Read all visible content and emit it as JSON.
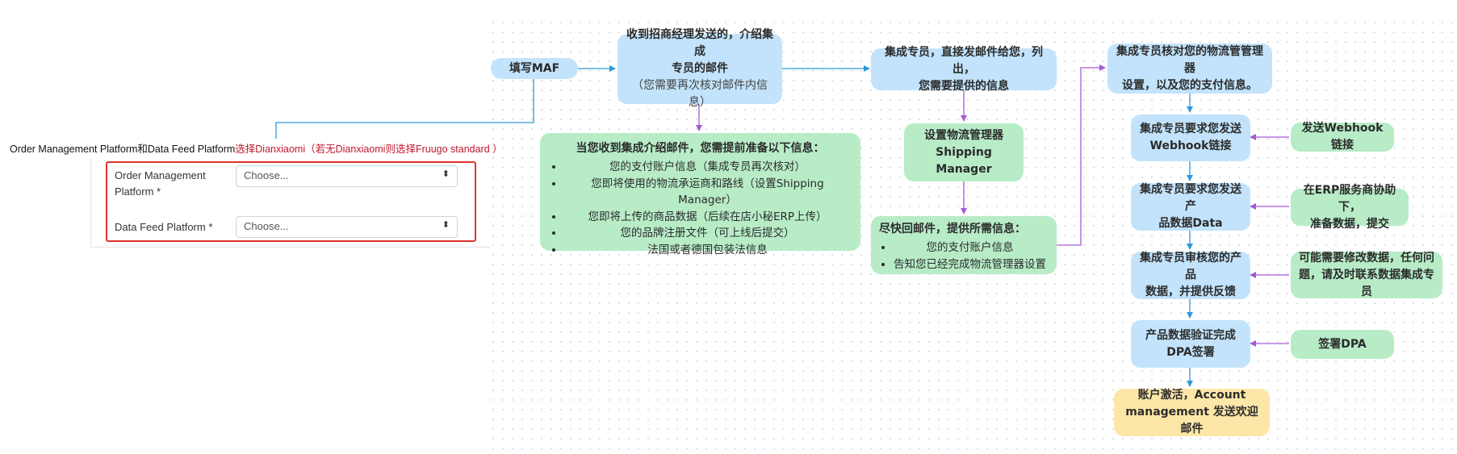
{
  "instruction": {
    "prefix": "Order Management Platform和Data Feed Platform",
    "highlight": "选择Dianxiaomi（若无Dianxiaomi则选择Fruugo standard ）"
  },
  "form": {
    "fields": [
      {
        "label_line1": "Order Management",
        "label_line2": "Platform *",
        "value": "Choose..."
      },
      {
        "label": "Data Feed Platform *",
        "value": "Choose..."
      }
    ]
  },
  "nodes": {
    "maf": "填写MAF",
    "intro_email": {
      "line1": "收到招商经理发送的，介绍集成",
      "line2": "专员的邮件",
      "sub": "（您需要再次核对邮件内信息）"
    },
    "prep": {
      "title": "当您收到集成介绍邮件，您需提前准备以下信息：",
      "items": [
        "您的支付账户信息（集成专员再次核对）",
        "您即将使用的物流承运商和路线（设置Shipping Manager）",
        "您即将上传的商品数据（后续在店小秘ERP上传）",
        "您的品牌注册文件（可上线后提交）",
        "法国或者德国包装法信息"
      ]
    },
    "specialist_email": {
      "line1": "集成专员，直接发邮件给您，列出，",
      "line2": "您需要提供的信息"
    },
    "shipping": {
      "line1": "设置物流管理器",
      "line2": "Shipping Manager"
    },
    "reply": {
      "title": "尽快回邮件，提供所需信息：",
      "items": [
        "您的支付账户信息",
        "告知您已经完成物流管理器设置"
      ]
    },
    "check": {
      "line1": "集成专员核对您的物流管管理器",
      "line2": "设置，以及您的支付信息。"
    },
    "webhook_req": {
      "line1": "集成专员要求您发送",
      "line2": "Webhook链接"
    },
    "webhook_send": "发送Webhook链接",
    "data_req": {
      "line1": "集成专员要求您发送产",
      "line2": "品数据Data"
    },
    "data_prepare": {
      "line1": "在ERP服务商协助下，",
      "line2": "准备数据，提交"
    },
    "review": {
      "line1": "集成专员审核您的产品",
      "line2": "数据，并提供反馈"
    },
    "modify": {
      "line1": "可能需要修改数据，任何问",
      "line2": "题，请及时联系数据集成专员"
    },
    "dpa": {
      "line1": "产品数据验证完成",
      "line2": "DPA签署"
    },
    "sign_dpa": "签署DPA",
    "activate": {
      "line1": "账户激活，Account",
      "line2": "management 发送欢迎邮件"
    }
  },
  "colors": {
    "blue_node": "#c2e3fb",
    "green_node": "#b7ecc7",
    "yellow_node": "#fde7a8",
    "blue_arrow": "#2d9bd8",
    "purple_arrow": "#a35bd6",
    "highlight_text": "#c0182b",
    "frame": "#e0332f"
  }
}
